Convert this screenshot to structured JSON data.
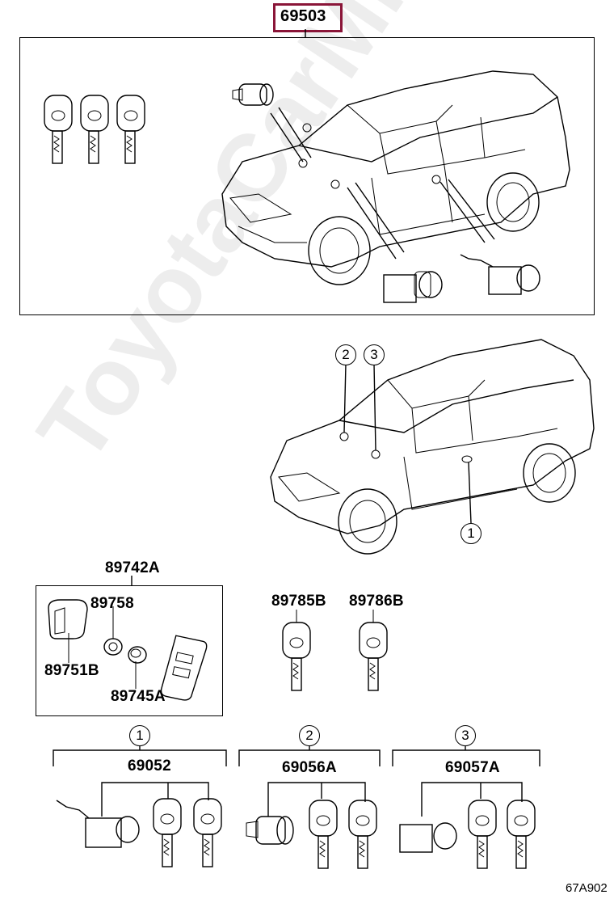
{
  "header": {
    "main_part": "69503"
  },
  "labels": {
    "remote_assembly": "89742A",
    "battery_cover": "89758",
    "transmitter_housing": "89751B",
    "battery": "89745A",
    "key_blank_b": "89785B",
    "key_blank_b2": "89786B",
    "cylinder_set_1": "69052",
    "cylinder_set_2": "69056A",
    "cylinder_set_3": "69057A"
  },
  "callouts": {
    "c1": "1",
    "c2": "2",
    "c3": "3"
  },
  "footer": {
    "diagram_code": "67A902"
  },
  "watermark": "ToyotaCarMir.ru",
  "colors": {
    "highlight": "#8a1538",
    "line": "#000000"
  }
}
